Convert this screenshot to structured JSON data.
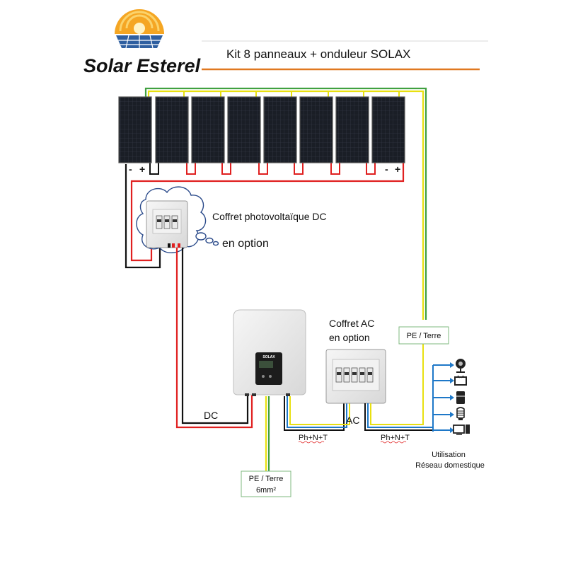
{
  "brand": {
    "name": "Solar Esterel",
    "logo_icon": "sun-over-solar-panel-icon",
    "colors": {
      "sun": "#f5a623",
      "sun_dark": "#e8891a",
      "panel": "#2f5fa0",
      "text": "#1f3f7a"
    }
  },
  "title": "Kit 8 panneaux + onduleur SOLAX",
  "panels": {
    "count": 8,
    "minus": "-",
    "plus": "+"
  },
  "labels": {
    "dc_box": "Coffret photovoltaïque DC",
    "dc_box_option": "en option",
    "ac_box_line1": "Coffret AC",
    "ac_box_line2": "en option",
    "pe_top": "PE / Terre",
    "pe_bottom_line1": "PE / Terre",
    "pe_bottom_line2": "6mm²",
    "dc": "DC",
    "ac": "AC",
    "phnt_left": "Ph+N+T",
    "phnt_right": "Ph+N+T",
    "usage_line1": "Utilisation",
    "usage_line2": "Réseau domestique"
  },
  "inverter": {
    "brand_text": "SOLAX"
  },
  "appliances": [
    "fan-icon",
    "tv-icon",
    "fridge-icon",
    "lightbulb-icon",
    "computer-icon"
  ],
  "wire_colors": {
    "positive": "#e02020",
    "negative": "#111111",
    "ground_yellow": "#e8e010",
    "ground_green": "#40a040",
    "ac_blue": "#1e78c8",
    "title_line": "#e07820"
  }
}
